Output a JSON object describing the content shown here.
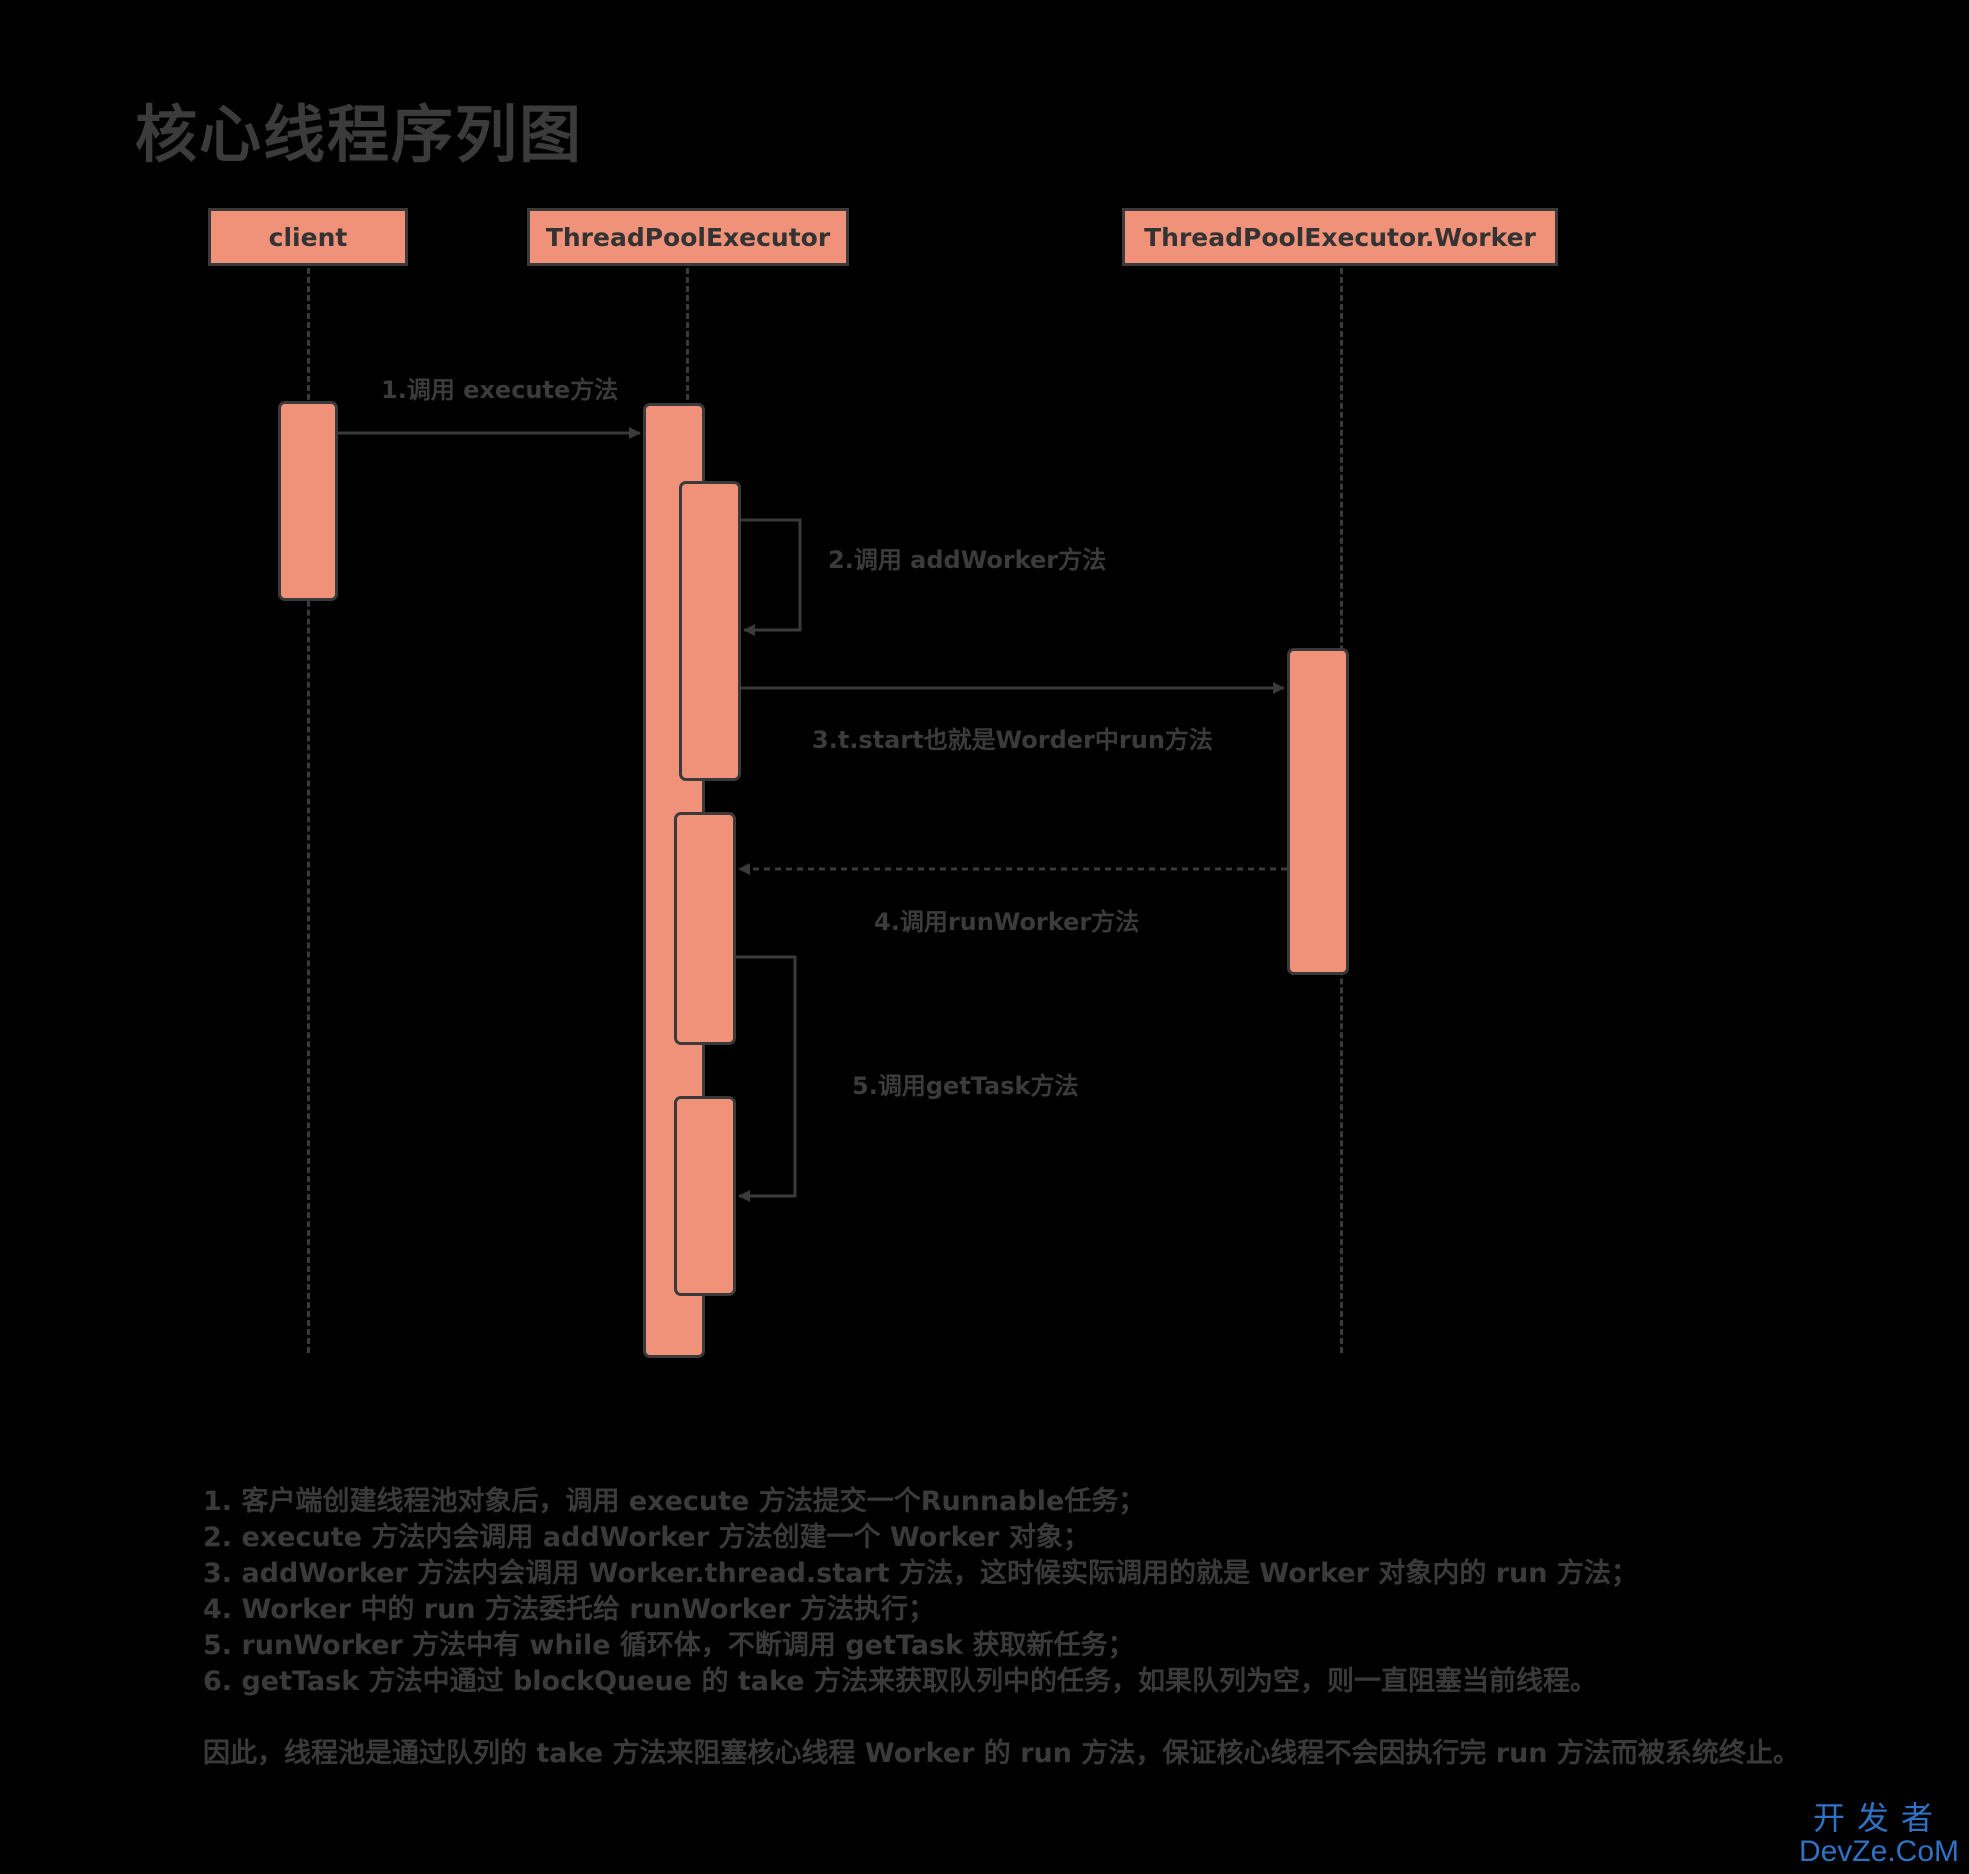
{
  "title": "核心线程序列图",
  "actors": {
    "client": "client",
    "executor": "ThreadPoolExecutor",
    "worker": "ThreadPoolExecutor.Worker"
  },
  "messages": [
    {
      "label": "1.调用 execute方法",
      "from": "client",
      "to": "ThreadPoolExecutor",
      "style": "solid"
    },
    {
      "label": "2.调用 addWorker方法",
      "from": "ThreadPoolExecutor",
      "to": "ThreadPoolExecutor",
      "style": "solid"
    },
    {
      "label": "3.t.start也就是Worder中run方法",
      "from": "ThreadPoolExecutor",
      "to": "ThreadPoolExecutor.Worker",
      "style": "solid"
    },
    {
      "label": "4.调用runWorker方法",
      "from": "ThreadPoolExecutor.Worker",
      "to": "ThreadPoolExecutor",
      "style": "dashed"
    },
    {
      "label": "5.调用getTask方法",
      "from": "ThreadPoolExecutor",
      "to": "ThreadPoolExecutor",
      "style": "solid"
    }
  ],
  "notes": [
    "1. 客户端创建线程池对象后，调用 execute 方法提交一个Runnable任务；",
    "2. execute 方法内会调用 addWorker 方法创建一个 Worker 对象；",
    "3. addWorker 方法内会调用 Worker.thread.start 方法，这时候实际调用的就是 Worker 对象内的 run 方法；",
    "4. Worker 中的 run 方法委托给 runWorker 方法执行；",
    "5. runWorker 方法中有 while 循环体，不断调用 getTask 获取新任务；",
    "6. getTask 方法中通过 blockQueue 的 take 方法来获取队列中的任务，如果队列为空，则一直阻塞当前线程。"
  ],
  "conclusion": "因此，线程池是通过队列的 take 方法来阻塞核心线程 Worker 的 run 方法，保证核心线程不会因执行完 run 方法而被系统终止。",
  "watermark": {
    "cn": "开发者",
    "en": "DevZe.CoM"
  },
  "colors": {
    "box": "#f0927a",
    "line": "#3a3a3a",
    "text": "#3b3b3b",
    "watermark": "#2f72c4",
    "background": "#000000"
  }
}
